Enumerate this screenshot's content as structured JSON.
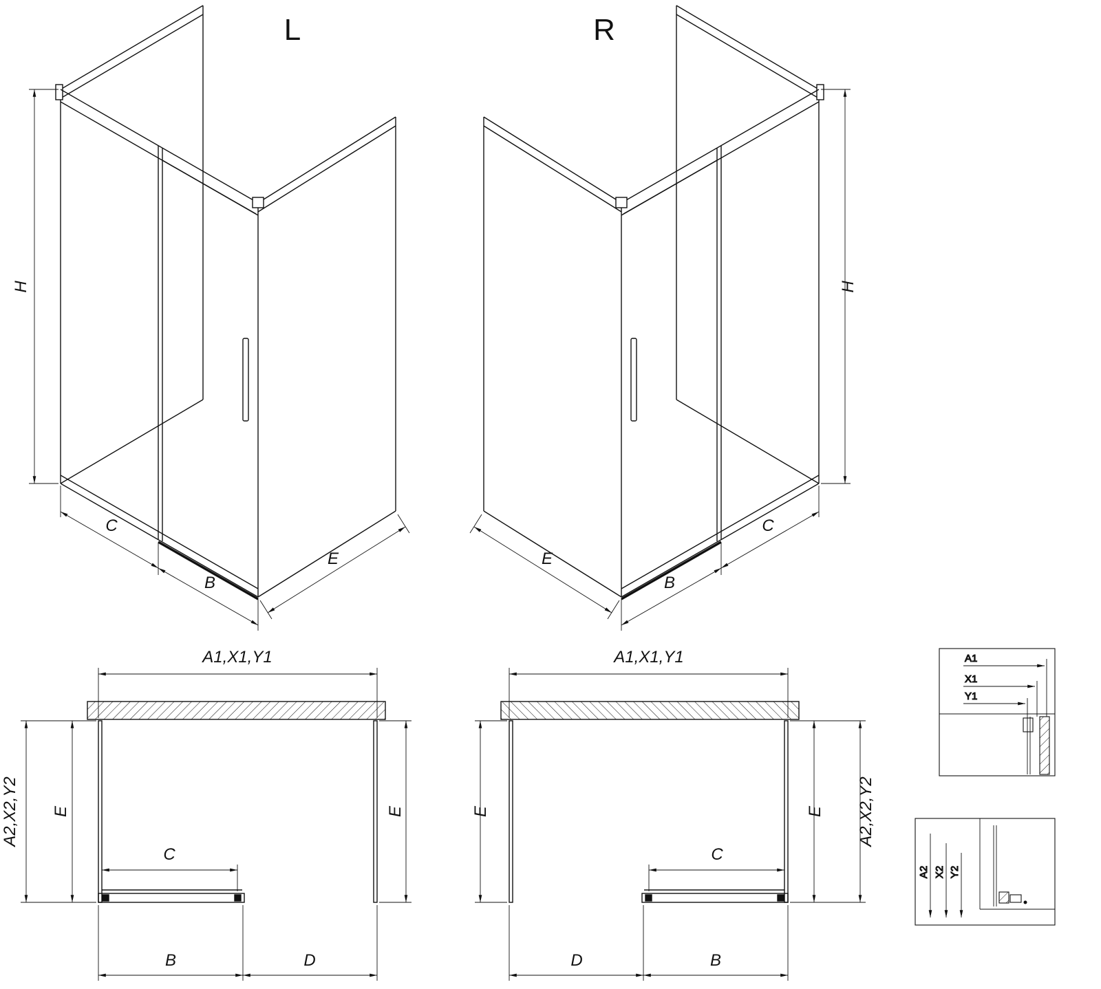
{
  "drawing": {
    "background": "#ffffff",
    "line_color": "#111111",
    "iso_left": {
      "title": "L"
    },
    "iso_right": {
      "title": "R"
    },
    "dims": {
      "height": "H",
      "segment_c": "C",
      "segment_b": "B",
      "segment_d": "D",
      "side_depth": "E",
      "width_group_1": "A1,X1,Y1",
      "depth_group_2": "A2,X2,Y2"
    },
    "detail_top": {
      "labels": [
        "A1",
        "X1",
        "Y1"
      ]
    },
    "detail_bottom": {
      "labels": [
        "A2",
        "X2",
        "Y2"
      ]
    }
  }
}
